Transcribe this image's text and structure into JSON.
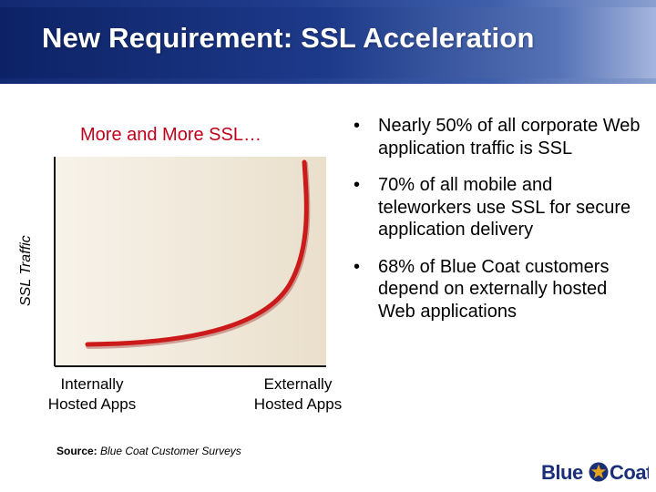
{
  "slide": {
    "title": "New Requirement: SSL Acceleration"
  },
  "chart": {
    "title": "More and More SSL…",
    "ylabel": "SSL Traffic",
    "xtick_left": [
      "Internally",
      "Hosted Apps"
    ],
    "xtick_right": [
      "Externally",
      "Hosted Apps"
    ],
    "curve_color": "#cc1a1a",
    "source_label": "Source:",
    "source_text": "Blue Coat Customer Surveys"
  },
  "bullets": [
    "Nearly 50% of all corporate Web application traffic is SSL",
    "70% of all mobile and teleworkers use SSL for secure application delivery",
    "68% of Blue Coat customers depend on externally hosted Web applications"
  ],
  "logo": {
    "left": "Blue",
    "right": "Coat",
    "colors": {
      "text": "#1a2f78",
      "star": "#e3a21a"
    }
  },
  "chart_data": {
    "type": "line",
    "title": "More and More SSL…",
    "ylabel": "SSL Traffic",
    "xlabel": "",
    "categories": [
      "Internally Hosted Apps",
      "Externally Hosted Apps"
    ],
    "series": [
      {
        "values": []
      }
    ],
    "note": "Qualitative exponential-growth curve; no numeric axes printed.",
    "grid": false
  }
}
